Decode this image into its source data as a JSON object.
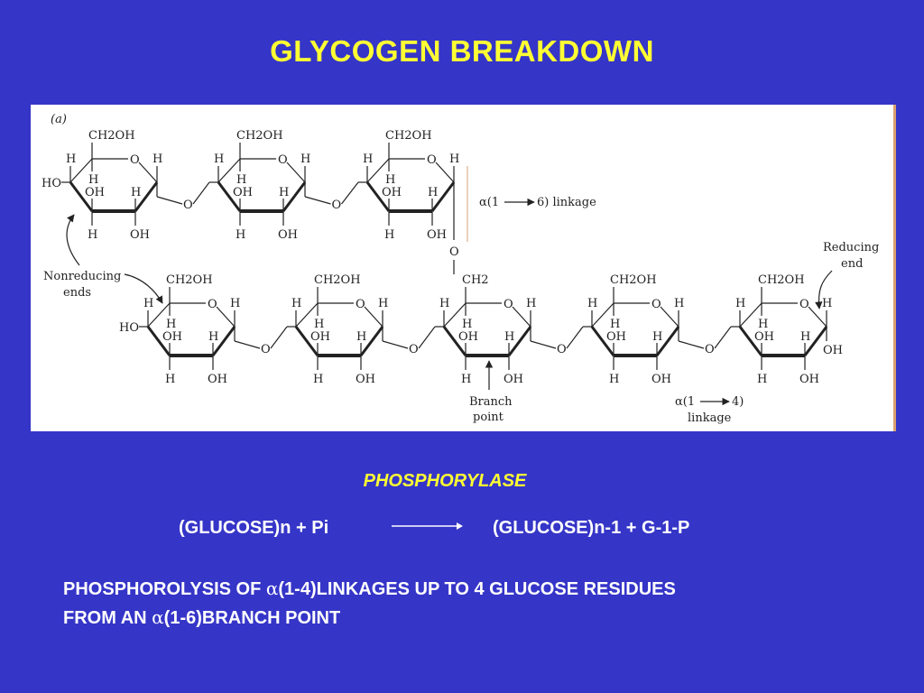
{
  "title": "GLYCOGEN BREAKDOWN",
  "figure": {
    "panel_label": "(a)",
    "labels": {
      "ch2oh": "CH2OH",
      "ch2": "CH2",
      "h": "H",
      "oh": "OH",
      "ho": "HO",
      "o": "O"
    },
    "annotations": {
      "nonreducing": [
        "Nonreducing",
        "ends"
      ],
      "reducing": [
        "Reducing",
        "end"
      ],
      "branch": [
        "Branch",
        "point"
      ],
      "alpha16_prefix": "α(1",
      "alpha16_suffix": "6) linkage",
      "alpha14_prefix": "α(1",
      "alpha14_suffix": "4)",
      "alpha14_line2": "linkage"
    }
  },
  "enzyme": "PHOSPHORYLASE",
  "equation": {
    "left": "(GLUCOSE)n + Pi",
    "right": "(GLUCOSE)n-1 + G-1-P"
  },
  "description": {
    "line1_prefix": "PHOSPHOROLYSIS OF ",
    "alpha": "α",
    "line1_suffix": "(1-4)LINKAGES UP TO 4 GLUCOSE RESIDUES",
    "line2_prefix": "FROM AN ",
    "line2_suffix": "(1-6)BRANCH POINT"
  },
  "colors": {
    "background": "#3535c8",
    "title": "#ffff33",
    "body_text": "#ffffff"
  }
}
